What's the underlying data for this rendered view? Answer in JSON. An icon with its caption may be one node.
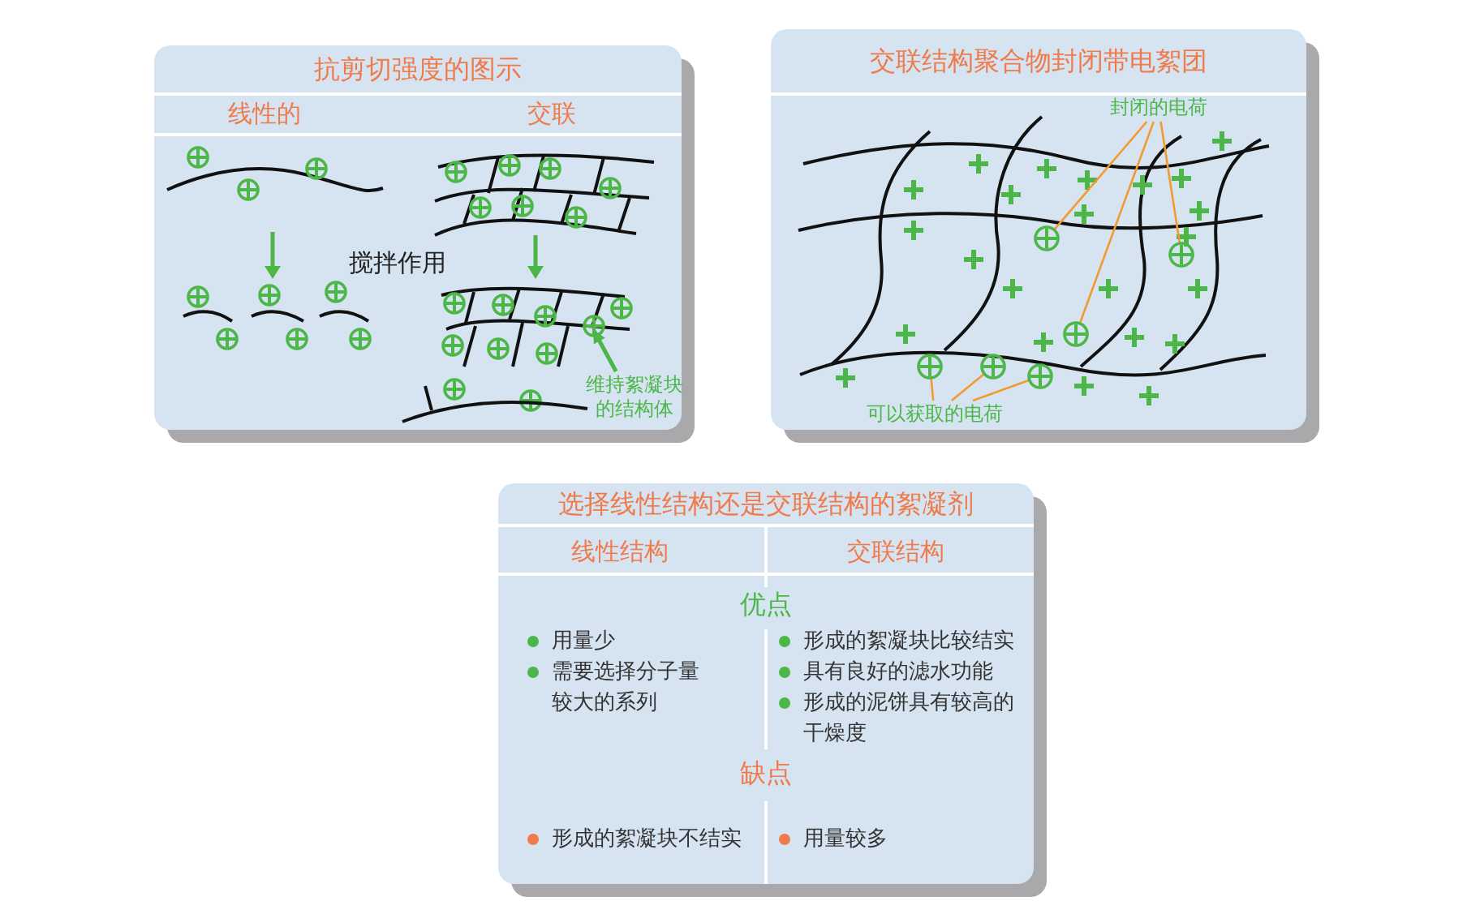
{
  "diagram": {
    "nodes": [
      {
        "text": [
          "抗剪切强度的图示"
        ]
      },
      {
        "text": [
          "维持絮凝块的结构体"
        ],
        "in": 0
      },
      {
        "text": [
          "交联结构聚合物封闭带电絮团"
        ]
      },
      {
        "text": [
          "封闭的电荷"
        ],
        "in": 2
      },
      {
        "text": [],
        "shape": "circle",
        "in": 2
      },
      {
        "text": [],
        "shape": "circle",
        "in": 2
      },
      {
        "text": [],
        "shape": "circle",
        "in": 2
      },
      {
        "text": [],
        "shape": "circle",
        "in": 2
      },
      {
        "text": [],
        "shape": "circle",
        "in": 2
      },
      {
        "text": [],
        "shape": "circle",
        "in": 2
      },
      {
        "text": [
          "可以获取的电荷"
        ],
        "in": 2
      },
      {
        "text": [
          "选择线性结构还是交联结构的絮凝剂"
        ]
      }
    ],
    "edges": [
      {
        "from": 1,
        "to": null,
        "arrow": "to",
        "color": "#4cb648"
      },
      {
        "from": 3,
        "to": 4,
        "arrow": "none"
      },
      {
        "from": 3,
        "to": 5,
        "arrow": "none"
      },
      {
        "from": 3,
        "to": 6,
        "arrow": "none"
      },
      {
        "from": 10,
        "to": 7,
        "arrow": "none"
      },
      {
        "from": 10,
        "to": 8,
        "arrow": "none"
      },
      {
        "from": 10,
        "to": 9,
        "arrow": "none"
      }
    ],
    "labels": [
      "线性的",
      "交联",
      "搅拌作用",
      "线性结构",
      "交联结构",
      "优点",
      "用量少",
      "形成的絮凝块比较结实",
      "需要选择分子量较大的系列",
      "具有良好的滤水功能",
      "形成的泥饼具有较高的干燥度",
      "缺点",
      "形成的絮凝块不结实",
      "用量较多"
    ]
  }
}
